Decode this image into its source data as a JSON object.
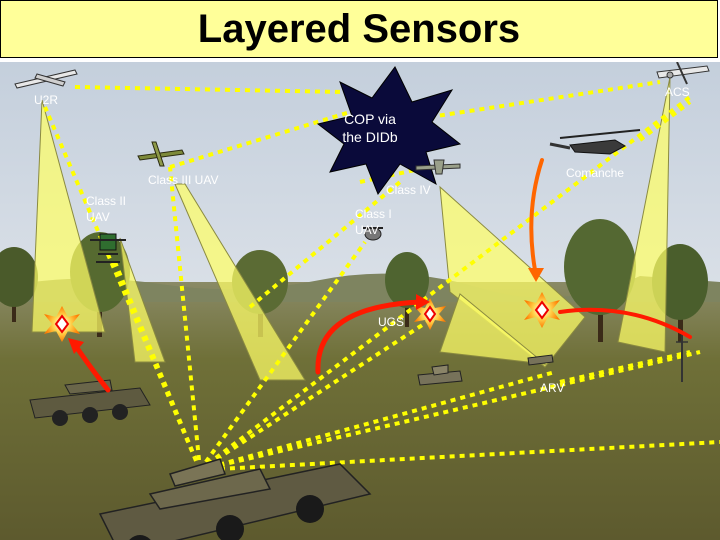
{
  "title": "Layered Sensors",
  "labels": {
    "u2r": "U2R",
    "acs": "ACS",
    "cop_line1": "COP via",
    "cop_line2": "the DIDb",
    "comanche": "Comanche",
    "class3": "Class III UAV",
    "class4": "Class IV",
    "class2_line1": "Class II",
    "class2_line2": "UAV",
    "class1_line1": "Class I",
    "class1_line2": "UAV",
    "ugs": "UGS",
    "arv": "ARV"
  },
  "colors": {
    "title_bg": "#ffff99",
    "sensor_cone": "#ffff66",
    "link_dotted": "#ffff00",
    "arrow_red": "#ff1a00",
    "arrow_orange": "#ff6600",
    "cop_star": "#0a0a3a",
    "sky_top": "#c4cfdc",
    "ground": "#6f7038"
  },
  "icons": [
    "u2r-aircraft-icon",
    "acs-aircraft-icon",
    "class3-uav-icon",
    "class4-uav-icon",
    "class2-uav-icon",
    "class1-uav-icon",
    "comanche-helicopter-icon",
    "armored-vehicle-icon",
    "tree-icon",
    "explosion-target-icon"
  ]
}
